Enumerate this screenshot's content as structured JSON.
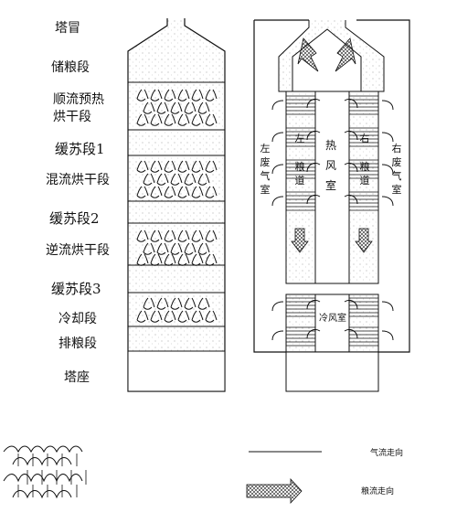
{
  "sections": {
    "tower_cap": "塔冒",
    "storage": "储粮段",
    "co_flow_preheat_line1": "顺流预热",
    "co_flow_preheat_line2": "烘干段",
    "buffer1": "缓苏段1",
    "mixed_flow": "混流烘干段",
    "buffer2": "缓苏段2",
    "counter_flow": "逆流烘干段",
    "buffer3": "缓苏段3",
    "cooling": "冷却段",
    "discharge": "排粮段",
    "base": "塔座"
  },
  "chambers": {
    "left_exhaust": "左废气室",
    "left_exhaust_short": "左",
    "left_grain": "粮道",
    "hot_air": "热风室",
    "right_grain": "粮道",
    "right_exhaust_short": "右",
    "right_exhaust": "右废气室",
    "cold_air": "冷风室"
  },
  "legend": {
    "airflow": "气流走向",
    "grainflow": "粮流走向"
  }
}
